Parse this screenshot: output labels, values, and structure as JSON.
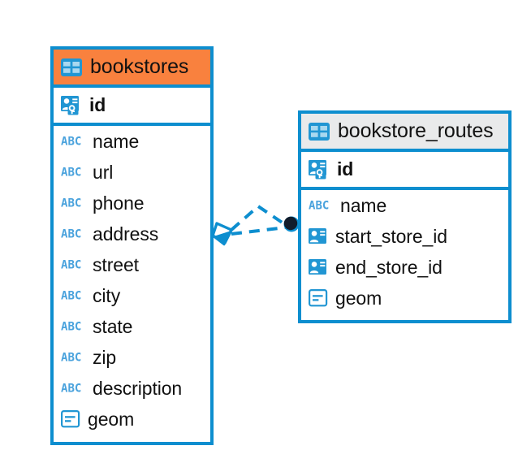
{
  "diagram": {
    "type": "entity-relationship-diagram",
    "background_color": "#ffffff",
    "accent_color": "#0d8ecf",
    "icon_color": "#2196d3",
    "abc_icon_color": "#4ba3dd",
    "entities": [
      {
        "name": "bookstores",
        "header_color": "#f9813e",
        "header_icon": "table-icon",
        "primary_key": {
          "label": "id",
          "icon": "primary-key-icon"
        },
        "fields": [
          {
            "label": "name",
            "icon": "text-field-icon"
          },
          {
            "label": "url",
            "icon": "text-field-icon"
          },
          {
            "label": "phone",
            "icon": "text-field-icon"
          },
          {
            "label": "address",
            "icon": "text-field-icon"
          },
          {
            "label": "street",
            "icon": "text-field-icon"
          },
          {
            "label": "city",
            "icon": "text-field-icon"
          },
          {
            "label": "state",
            "icon": "text-field-icon"
          },
          {
            "label": "zip",
            "icon": "text-field-icon"
          },
          {
            "label": "description",
            "icon": "text-field-icon"
          },
          {
            "label": "geom",
            "icon": "geometry-field-icon"
          }
        ]
      },
      {
        "name": "bookstore_routes",
        "header_color": "#e9eaeb",
        "header_icon": "table-icon",
        "primary_key": {
          "label": "id",
          "icon": "primary-key-icon"
        },
        "fields": [
          {
            "label": "name",
            "icon": "text-field-icon"
          },
          {
            "label": "start_store_id",
            "icon": "foreign-key-icon"
          },
          {
            "label": "end_store_id",
            "icon": "foreign-key-icon"
          },
          {
            "label": "geom",
            "icon": "geometry-field-icon"
          }
        ]
      }
    ],
    "relationship": {
      "line_style": "dashed",
      "line_color": "#0d8ecf",
      "source_marker": "crows-foot-diamond-icon",
      "target_marker": "filled-circle-icon",
      "abc_glyph": "ABC"
    }
  }
}
